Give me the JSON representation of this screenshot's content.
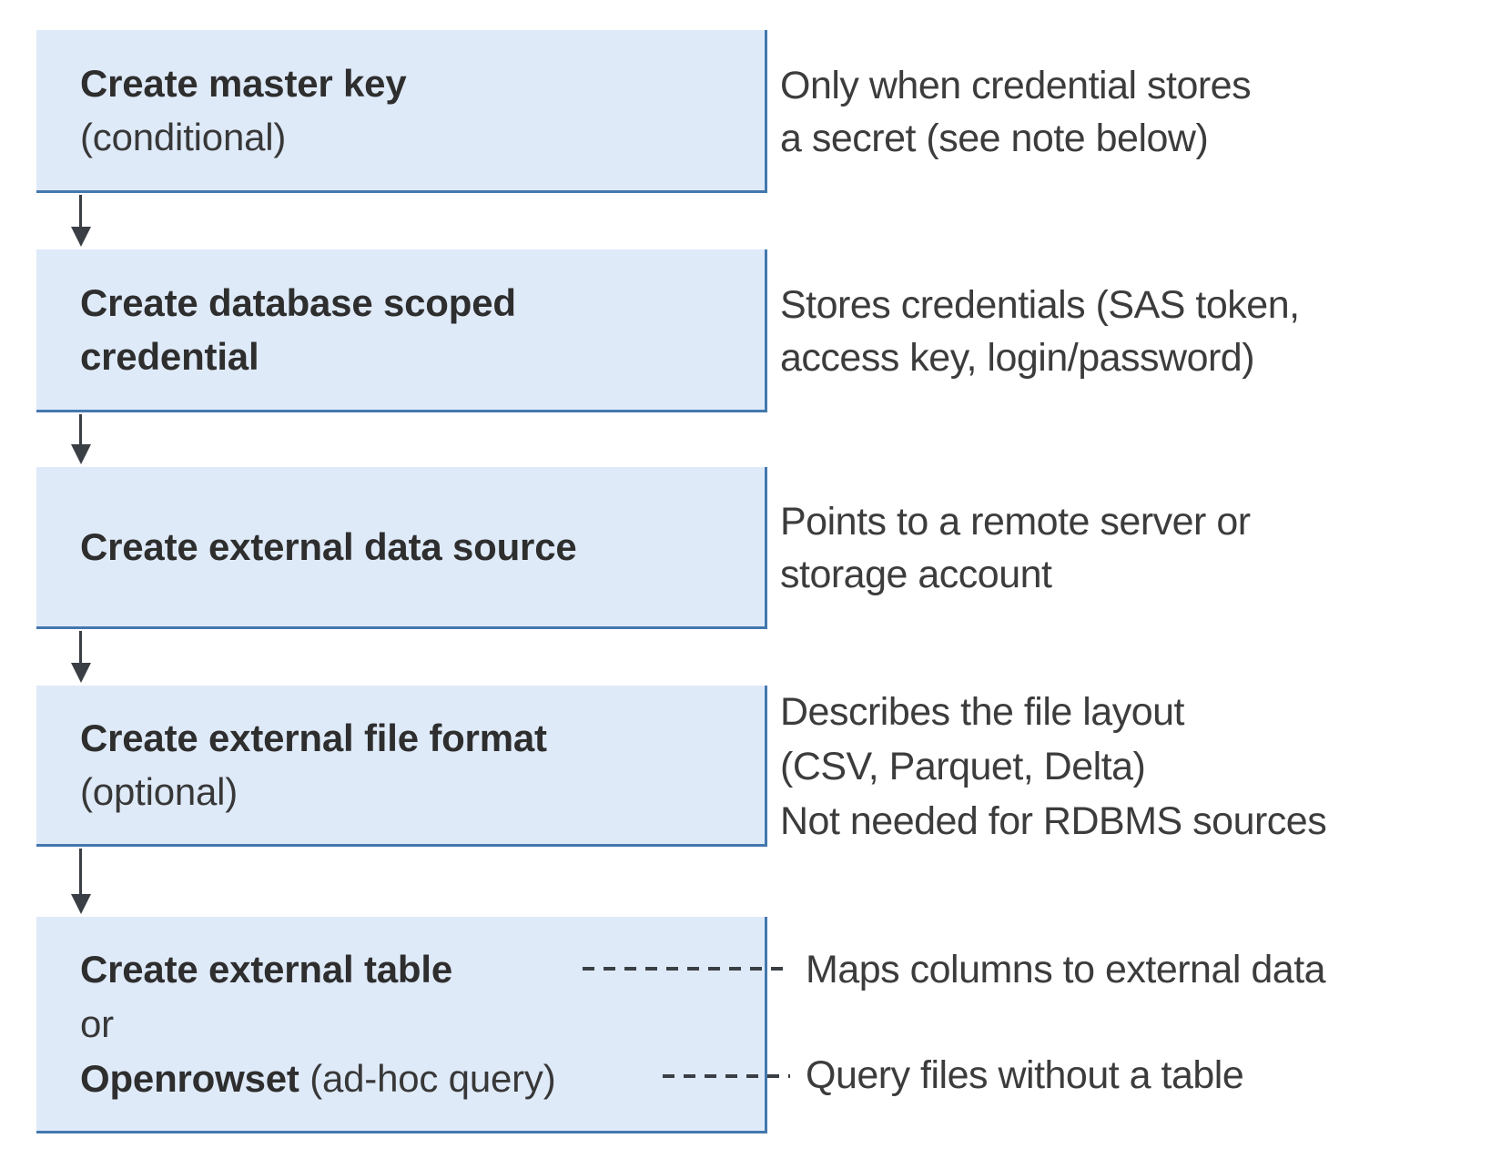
{
  "colors": {
    "box_fill": "#dfeaf9",
    "box_border": "#4478ae",
    "arrow": "#3a3f45",
    "box_text": "#2e2e2e",
    "annotation_text": "#3c3c3c"
  },
  "boxes": {
    "master_key": {
      "title": "Create master key",
      "note": "(conditional)"
    },
    "scoped_credential": {
      "title_line1": "Create database scoped",
      "title_line2": "credential"
    },
    "external_data_source": {
      "title": "Create external data source"
    },
    "external_file_format": {
      "title": "Create external file format",
      "note": "(optional)"
    },
    "external_table": {
      "title": "Create external table",
      "or": "or",
      "title2": "Openrowset",
      "note2": " (ad-hoc query)"
    }
  },
  "annotations": {
    "master_key": {
      "line1": "Only when credential stores",
      "line2": "a secret (see note below)"
    },
    "scoped_credential": {
      "line1": "Stores credentials (SAS token,",
      "line2": "access key, login/password)"
    },
    "external_data_source": {
      "line1": "Points to a remote server or",
      "line2": "storage account"
    },
    "external_file_format": {
      "line1": "Describes the file layout",
      "line2": "(CSV, Parquet, Delta)",
      "line3": "Not needed for RDBMS sources"
    },
    "external_table": {
      "line1": "Maps columns to external data",
      "line2": "Query files without a table"
    }
  }
}
